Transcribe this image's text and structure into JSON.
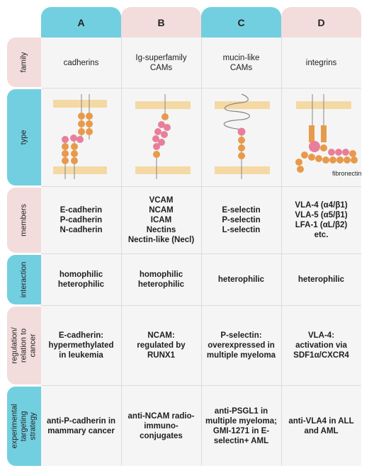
{
  "columns": [
    "A",
    "B",
    "C",
    "D"
  ],
  "row_labels": {
    "family": "family",
    "type": "type",
    "members": "members",
    "interaction": "interaction",
    "regulation": "regulation/\nrelation to cancer",
    "strategy": "experimental\ntargeting strategy"
  },
  "family": [
    "cadherins",
    "Ig-superfamily\nCAMs",
    "mucin-like\nCAMs",
    "integrins"
  ],
  "members": [
    "E-cadherin\nP-cadherin\nN-cadherin",
    "VCAM\nNCAM\nICAM\nNectins\nNectin-like (Necl)",
    "E-selectin\nP-selectin\nL-selectin",
    "VLA-4 (α4/β1)\nVLA-5 (α5/β1)\nLFA-1 (αL/β2)\netc."
  ],
  "interaction": [
    "homophilic\nheterophilic",
    "homophilic\nheterophilic",
    "heterophilic",
    "heterophilic"
  ],
  "regulation": [
    "E-cadherin:\nhypermethylated\nin leukemia",
    "NCAM:\nregulated by\nRUNX1",
    "P-selectin:\noverexpressed in\nmultiple myeloma",
    "VLA-4:\nactivation via\nSDF1α/CXCR4"
  ],
  "strategy": [
    "anti-P-cadherin in\nmammary cancer",
    "anti-NCAM radio-\nimmuno-\nconjugates",
    "anti-PSGL1 in\nmultiple myeloma;\nGMI-1271 in E-\nselectin+ AML",
    "anti-VLA4 in ALL\nand AML"
  ],
  "type_label_fibronectin": "fibronectin",
  "colors": {
    "teal": "#72cfe0",
    "pink": "#f3dcdc",
    "membrane": "#f5d9a4",
    "orange_bead": "#e79a4a",
    "pink_bead": "#e87f9a",
    "cell_bg": "#f5f5f5"
  }
}
